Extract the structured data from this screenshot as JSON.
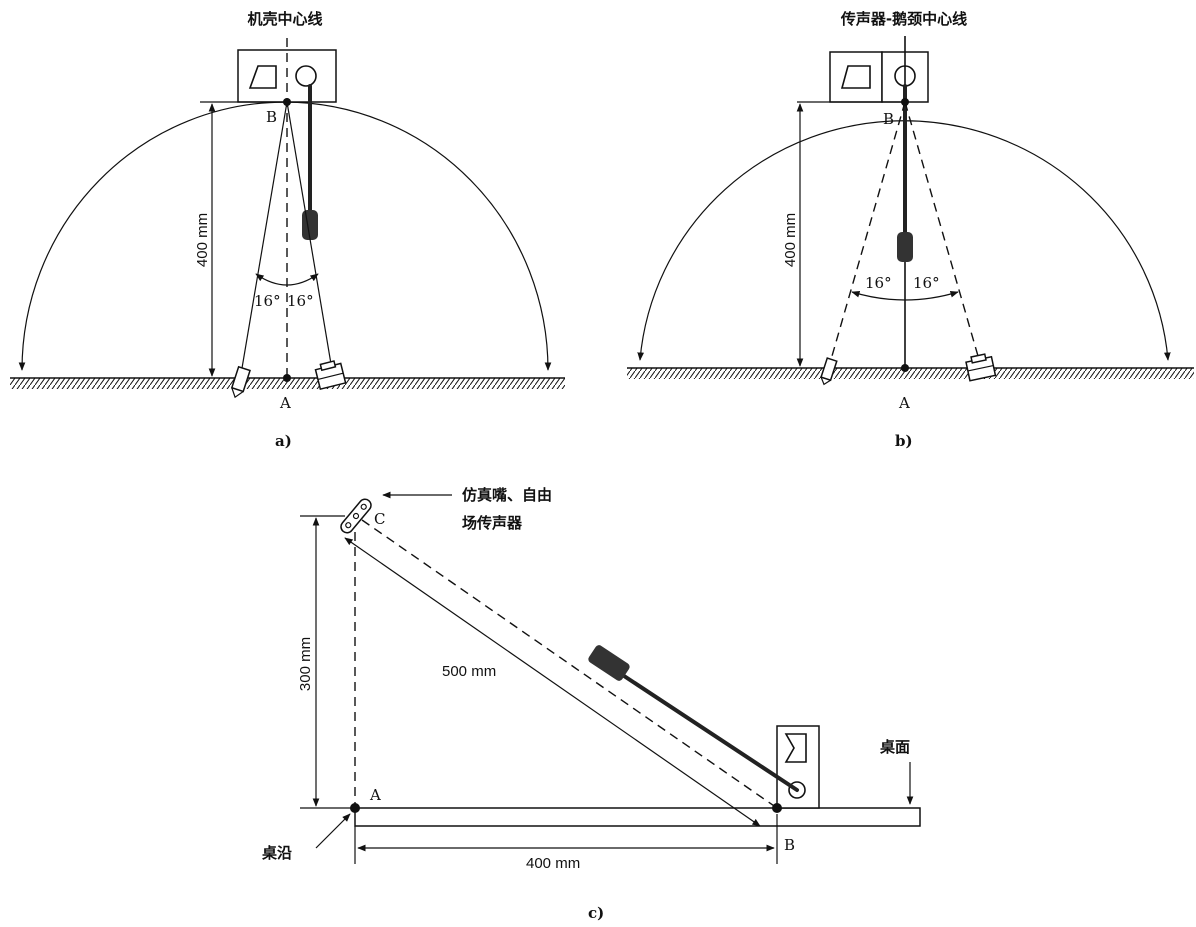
{
  "figure_a": {
    "title": "机壳中心线",
    "point_top": "B",
    "point_bottom": "A",
    "height_label": "400  mm",
    "angle_left": "16°",
    "angle_right": "16°",
    "caption": "a)"
  },
  "figure_b": {
    "title": "传声器-鹅颈中心线",
    "point_top": "B",
    "point_bottom": "A",
    "height_label": "400  mm",
    "angle_left": "16°",
    "angle_right": "16°",
    "caption": "b)"
  },
  "figure_c": {
    "mouth_label_line1": "仿真嘴、自由",
    "mouth_label_line2": "场传声器",
    "point_c": "C",
    "point_a": "A",
    "point_b": "B",
    "height_label": "300  mm",
    "diagonal_label": "500  mm",
    "width_label": "400  mm",
    "desk_surface_label": "桌面",
    "desk_edge_label": "桌沿",
    "caption": "c)"
  }
}
